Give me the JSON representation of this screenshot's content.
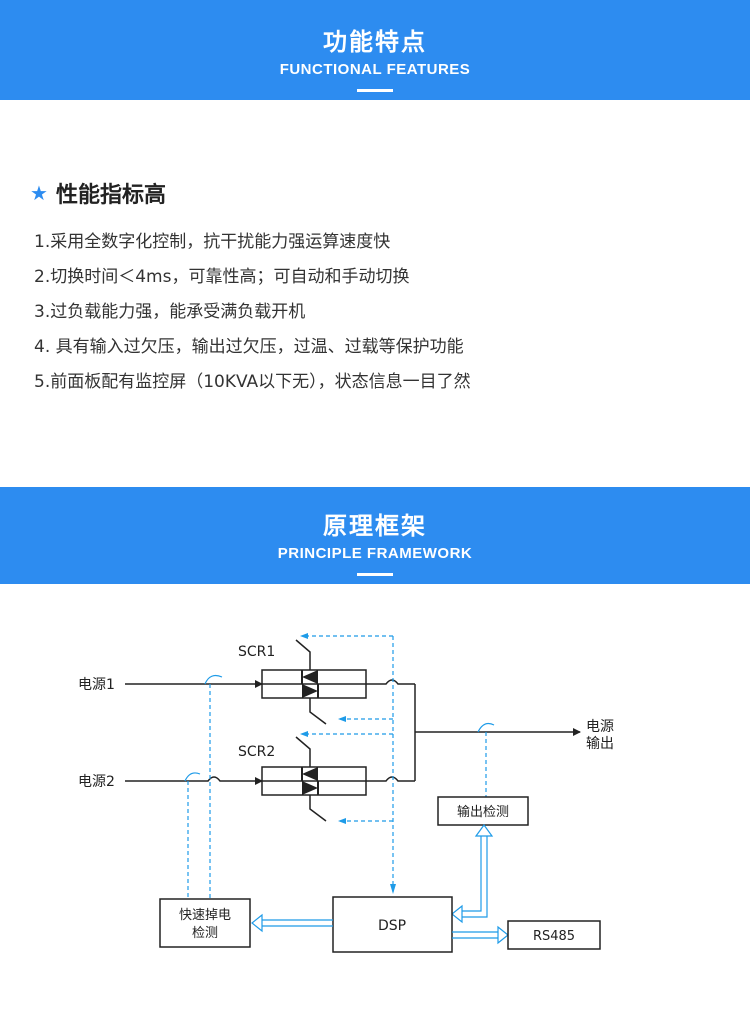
{
  "section1": {
    "title": "功能特点",
    "subtitle": "FUNCTIONAL FEATURES",
    "heading": "性能指标高",
    "heading_icon": "star-icon",
    "items": [
      "1.采用全数字化控制，抗干扰能力强运算速度快",
      "2.切换时间＜4ms，可靠性高；可自动和手动切换",
      "3.过负载能力强，能承受满负载开机",
      "4. 具有输入过欠压，输出过欠压，过温、过载等保护功能",
      "5.前面板配有监控屏（10KVA以下无），状态信息一目了然"
    ]
  },
  "section2": {
    "title": "原理框架",
    "subtitle": "PRINCIPLE FRAMEWORK"
  },
  "diagram": {
    "scr1": "SCR1",
    "scr2": "SCR2",
    "source1": "电源1",
    "source2": "电源2",
    "output_line1": "电源",
    "output_line2": "输出",
    "output_detect": "输出检测",
    "fast_detect_line1": "快速掉电",
    "fast_detect_line2": "检测",
    "dsp": "DSP",
    "rs485": "RS485"
  },
  "colors": {
    "banner": "#2d8cf0",
    "accent": "#2d8cf0",
    "signal": "#1e9be8"
  }
}
